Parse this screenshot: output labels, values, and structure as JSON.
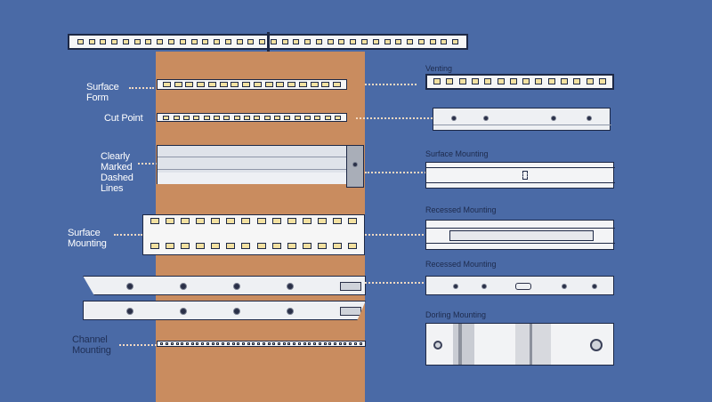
{
  "labels": {
    "surface_form": "Surface\nForm",
    "cut_point": "Cut Point",
    "clearly_marked": "Clearly\nMarked\nDashed\nLines",
    "surface_mounting_left": "Surface\nMounting",
    "channel_mounting": "Channel\nMounting"
  },
  "right_labels": {
    "venting": "Venting",
    "surface_mounting": "Surface Mounting",
    "recessed_mounting_1": "Recessed Mounting",
    "recessed_mounting_2": "Recessed Mounting",
    "dorling_mounting": "Dorling Mounting"
  },
  "colors": {
    "background": "#4a6aa6",
    "board": "#c98c5f",
    "led": "#f3e1a1",
    "outline": "#1d2845"
  }
}
